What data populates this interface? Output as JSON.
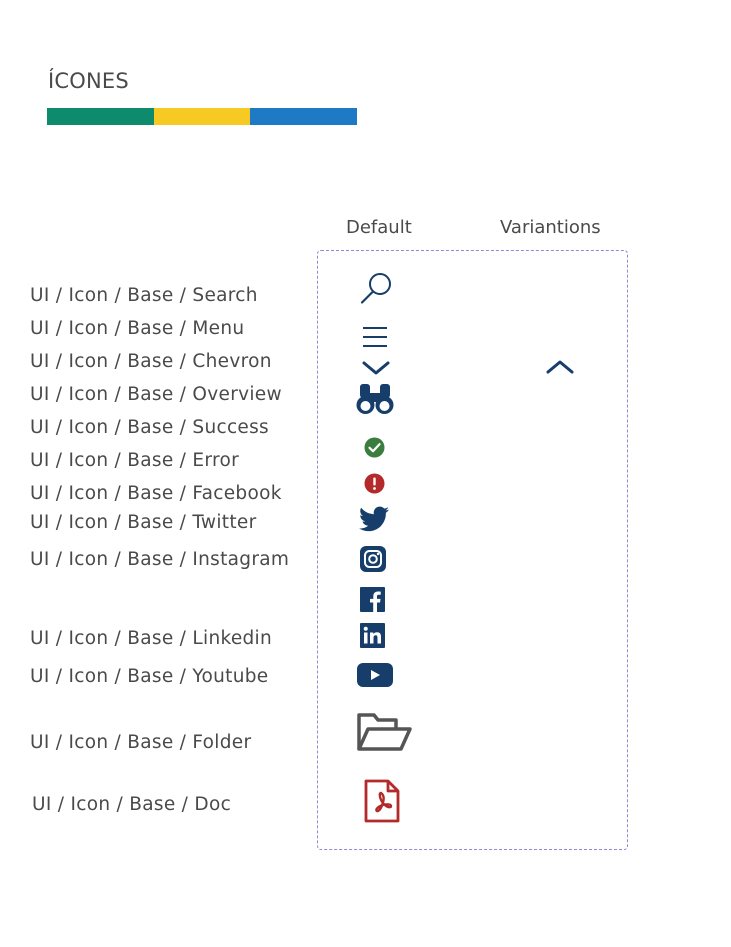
{
  "header": {
    "title": "ÍCONES",
    "color_bar": [
      "#0e8a6c",
      "#f7c923",
      "#1f7ac5"
    ]
  },
  "columns": {
    "default": "Default",
    "variations": "Variantions"
  },
  "colors": {
    "navy": "#173e6b",
    "success": "#3b7d3f",
    "error": "#b42a2a",
    "folder": "#555555",
    "doc": "#b42a2a",
    "frame_border": "#9b83d9"
  },
  "rows": [
    {
      "label": "UI / Icon / Base / Search",
      "icon": "search-icon"
    },
    {
      "label": "UI / Icon / Base / Menu",
      "icon": "menu-icon"
    },
    {
      "label": "UI / Icon / Base / Chevron",
      "icon": "chevron-down-icon",
      "variation_icon": "chevron-up-icon"
    },
    {
      "label": "UI / Icon / Base / Overview",
      "icon": "binoculars-icon"
    },
    {
      "label": "UI / Icon / Base / Success",
      "icon": "check-circle-icon"
    },
    {
      "label": "UI / Icon / Base / Error",
      "icon": "exclamation-circle-icon"
    },
    {
      "label": "UI / Icon / Base / Facebook",
      "icon": "facebook-icon"
    },
    {
      "label": "UI / Icon / Base / Twitter",
      "icon": "twitter-icon"
    },
    {
      "label": "UI / Icon / Base / Instagram",
      "icon": "instagram-icon"
    },
    {
      "label": "UI / Icon / Base / Linkedin",
      "icon": "linkedin-icon"
    },
    {
      "label": "UI / Icon / Base / Youtube",
      "icon": "youtube-icon"
    },
    {
      "label": "UI / Icon / Base / Folder",
      "icon": "folder-icon"
    },
    {
      "label": "UI / Icon / Base / Doc",
      "icon": "pdf-doc-icon"
    }
  ]
}
